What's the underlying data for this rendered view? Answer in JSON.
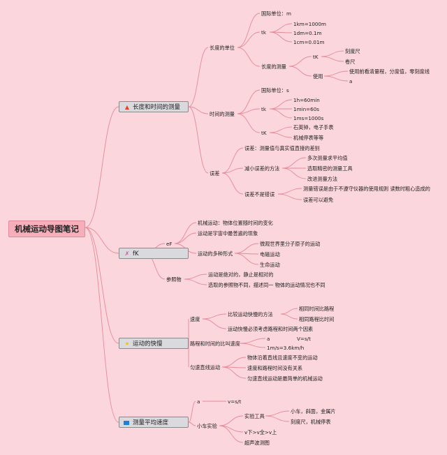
{
  "root": "机械运动导图笔记",
  "sections": {
    "s1": {
      "title": "长度和时间的测量",
      "icon": "fire-icon",
      "icon_color": "#e8402a"
    },
    "s2": {
      "title": "fK",
      "icon": "tools-icon",
      "icon_color": "#d04a9a"
    },
    "s3": {
      "title": "运动的快慢",
      "icon": "star-icon",
      "icon_color": "#f5c400"
    },
    "s4": {
      "title": "测量平均速度",
      "icon": "flag-icon",
      "icon_color": "#1e7fd6"
    }
  },
  "n": {
    "len": "长度的单位",
    "len_si": "国际单位：m",
    "len_tk": "tk",
    "len_c1": "1km=1000m",
    "len_c2": "1dm=0.1m",
    "len_c3": "1cm=0.01m",
    "len_meas": "长度的测量",
    "len_tool": "tK",
    "len_tool1": "刻度尺",
    "len_tool2": "卷尺",
    "len_use": "使用",
    "len_use1": "使用前看清量程，分度值，零刻度线",
    "len_use2": "a",
    "time": "时间的测量",
    "time_si": "国际单位：s",
    "time_tk": "tk",
    "time_c1": "1h=60min",
    "time_c2": "1min=60s",
    "time_c3": "1ms=1000s",
    "time_tool": "tK",
    "time_tool1": "石英钟，电子手表",
    "time_tool2": "机械停表等等",
    "err": "误差",
    "err_def": "误差：测量值与真实值直接的差别",
    "err_red": "减小误差的方法",
    "err_r1": "多次测量求平均值",
    "err_r2": "选取精密的测量工具",
    "err_r3": "改进测量方法",
    "err_not": "误差不是错误",
    "err_n1": "测量错误是由于不遵守仪器的使用规则 读数时粗心造成的",
    "err_n2": "误差可以避免",
    "m_ef": "eF",
    "m_def": "机械运动：物体位置随时间的变化",
    "m_univ": "运动是宇宙中最普遍的现象",
    "m_forms": "运动的多种形式",
    "m_f1": "微观世界里分子原子的运动",
    "m_f2": "电磁运动",
    "m_f3": "生命运动",
    "m_ref": "参照物",
    "m_ref1": "运动是绝对的，静止是相对的",
    "m_ref2": "选取的参照物不同，描述同一 物体的运动情况也不同",
    "v_speed": "速度",
    "v_cmp": "比较运动快慢的方法",
    "v_cmp1": "相同时间比路程",
    "v_cmp2": "相同路程比时间",
    "v_both": "运动快慢必须考虑路程和时间两个因素",
    "v_ratio": "路程和时间的比叫速度",
    "v_a": "a",
    "v_form": "V=s/t",
    "v_unit": "1m/s=3.6km/h",
    "v_uni": "匀速直线运动",
    "v_u1": "物体沿着直线且速度不变的运动",
    "v_u2": "速度和路程时间没有关系",
    "v_u3": "匀速直线运动是最简单的机械运动",
    "a_a": "a",
    "a_form": "v=s/t",
    "a_exp": "小车实验",
    "a_tools": "实验工具",
    "a_t1": "小车，斜面，金属片",
    "a_t2": "刻度尺，机械停表",
    "a_cmp": "v下>v全>v上",
    "a_us": "超声波测图"
  }
}
